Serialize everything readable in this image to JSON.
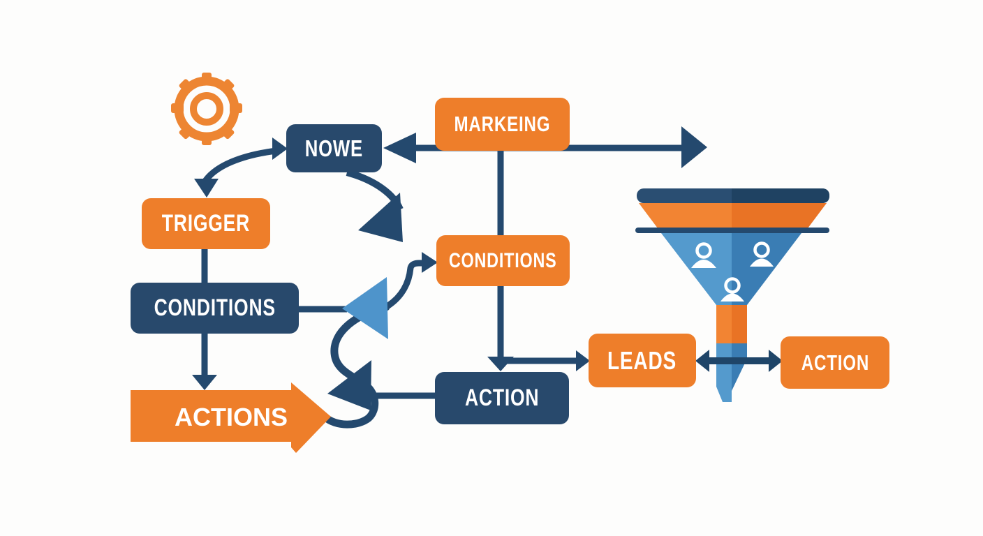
{
  "diagram": {
    "description": "marketing automation flowchart with sales funnel",
    "background": "#FDFDFC"
  },
  "palette": {
    "navy": "#28496C",
    "connector_navy": "#24496E",
    "orange": "#EE7E2A",
    "orange_light": "#F28433",
    "orange_dark": "#E97325",
    "steel_blue": "#4E94CB",
    "funnel_blue_light": "#549ACD",
    "funnel_blue_dark": "#3A7DB4",
    "label_text": "#FFFFFF"
  },
  "nodes": {
    "nowe": {
      "label": "NOWE",
      "color": "navy"
    },
    "marketing": {
      "label": "MARKEING",
      "color": "orange"
    },
    "trigger": {
      "label": "TRIGGER",
      "color": "orange"
    },
    "conditions_left": {
      "label": "CONDITIONS",
      "color": "navy"
    },
    "actions": {
      "label": "ACTIONS",
      "color": "orange"
    },
    "conditions_mid": {
      "label": "CONDITIONS",
      "color": "orange"
    },
    "action_mid": {
      "label": "ACTION",
      "color": "navy"
    },
    "leads": {
      "label": "LEADS",
      "color": "orange"
    },
    "action_right": {
      "label": "ACTION",
      "color": "orange"
    }
  },
  "icons": {
    "gear": "gear-icon",
    "funnel": "funnel-icon",
    "people_in_funnel": 3
  }
}
